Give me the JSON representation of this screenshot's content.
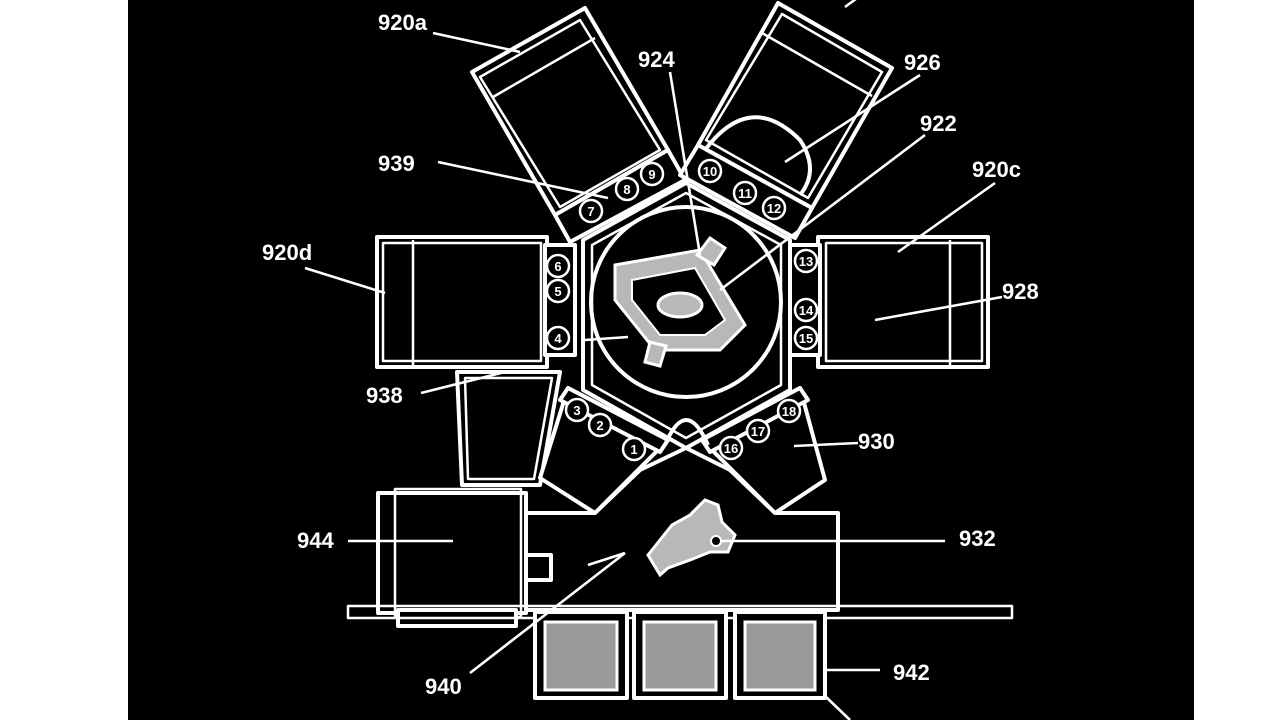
{
  "colors": {
    "background": "#000000",
    "margin": "#ffffff",
    "line": "#ffffff"
  },
  "labels": {
    "l920a": "920a",
    "l920c": "920c",
    "l920d": "920d",
    "l922": "922",
    "l924": "924",
    "l926": "926",
    "l928": "928",
    "l930": "930",
    "l932": "932",
    "l938": "938",
    "l939": "939",
    "l940": "940",
    "l942": "942",
    "l944": "944"
  },
  "slot_numbers": [
    "1",
    "2",
    "3",
    "4",
    "5",
    "6",
    "7",
    "8",
    "9",
    "10",
    "11",
    "12",
    "13",
    "14",
    "15",
    "16",
    "17",
    "18"
  ]
}
